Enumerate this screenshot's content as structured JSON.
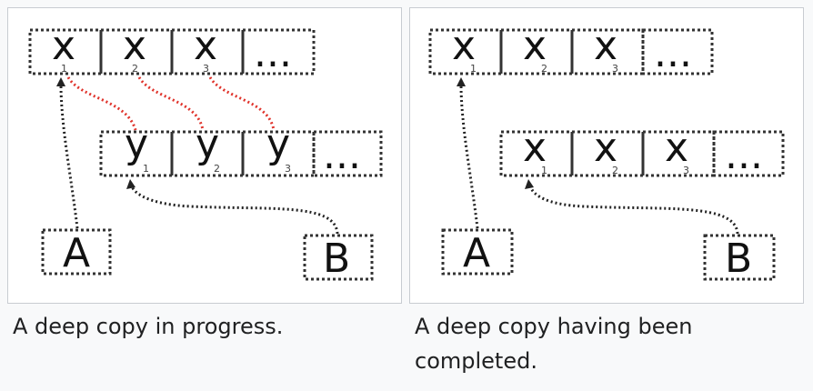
{
  "figures": [
    {
      "top_row": {
        "cells": [
          "x",
          "x",
          "x",
          "..."
        ],
        "subscripts": [
          "1",
          "2",
          "3",
          ""
        ]
      },
      "bottom_row": {
        "cells": [
          "y",
          "y",
          "y",
          "..."
        ],
        "subscripts": [
          "1",
          "2",
          "3",
          ""
        ]
      },
      "var_a": "A",
      "var_b": "B",
      "caption": "A deep copy in progress."
    },
    {
      "top_row": {
        "cells": [
          "x",
          "x",
          "x",
          "..."
        ],
        "subscripts": [
          "1",
          "2",
          "3",
          ""
        ]
      },
      "bottom_row": {
        "cells": [
          "x",
          "x",
          "x",
          "..."
        ],
        "subscripts": [
          "1",
          "2",
          "3",
          ""
        ]
      },
      "var_a": "A",
      "var_b": "B",
      "caption": "A deep copy having been completed."
    }
  ],
  "colors": {
    "cell_border": "#333333",
    "pointer": "#222222",
    "copy_link": "#e0332b",
    "caption_text": "#202122"
  }
}
